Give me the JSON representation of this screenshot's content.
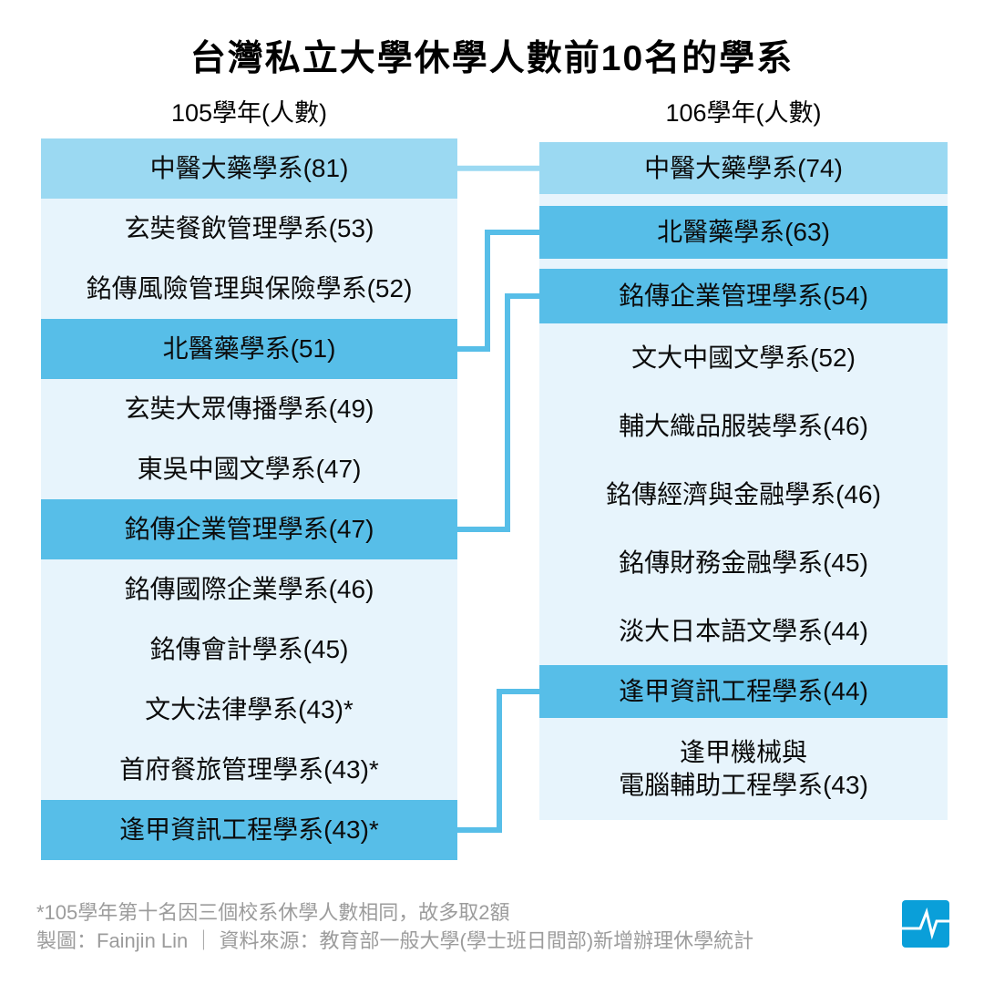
{
  "title": "台灣私立大學休學人數前10名的學系",
  "footnote": "*105學年第十名因三個校系休學人數相同，故多取2額",
  "credit": "製圖：Fainjin Lin ｜ 資料來源：教育部一般大學(學士班日間部)新增辦理休學統計",
  "colors": {
    "rank1": "#9BD9F2",
    "highlight": "#57BEE8",
    "row_bg": "#E7F4FC",
    "logo": "#0A9FD9",
    "footer_text": "#9C9C9C",
    "text": "#0B0B0B"
  },
  "columns": {
    "left": {
      "header": "105學年(人數)",
      "rows": [
        {
          "label": "中醫大藥學系(81)",
          "style": "rank1"
        },
        {
          "label": "玄奘餐飲管理學系(53)",
          "style": "normal"
        },
        {
          "label": "銘傳風險管理與保險學系(52)",
          "style": "normal"
        },
        {
          "label": "北醫藥學系(51)",
          "style": "highlight"
        },
        {
          "label": "玄奘大眾傳播學系(49)",
          "style": "normal"
        },
        {
          "label": "東吳中國文學系(47)",
          "style": "normal"
        },
        {
          "label": "銘傳企業管理學系(47)",
          "style": "highlight"
        },
        {
          "label": "銘傳國際企業學系(46)",
          "style": "normal"
        },
        {
          "label": "銘傳會計學系(45)",
          "style": "normal"
        },
        {
          "label": "文大法律學系(43)*",
          "style": "normal"
        },
        {
          "label": "首府餐旅管理學系(43)*",
          "style": "normal"
        },
        {
          "label": "逢甲資訊工程學系(43)*",
          "style": "highlight"
        }
      ]
    },
    "right": {
      "header": "106學年(人數)",
      "rows": [
        {
          "label": "中醫大藥學系(74)",
          "style": "rank1"
        },
        {
          "label": "北醫藥學系(63)",
          "style": "highlight"
        },
        {
          "label": "銘傳企業管理學系(54)",
          "style": "highlight"
        },
        {
          "label": "文大中國文學系(52)",
          "style": "normal"
        },
        {
          "label": "輔大織品服裝學系(46)",
          "style": "normal"
        },
        {
          "label": "銘傳經濟與金融學系(46)",
          "style": "normal"
        },
        {
          "label": "銘傳財務金融學系(45)",
          "style": "normal"
        },
        {
          "label": "淡大日本語文學系(44)",
          "style": "normal"
        },
        {
          "label": "逢甲資訊工程學系(44)",
          "style": "highlight"
        },
        {
          "label": "逢甲機械與\n電腦輔助工程學系(43)",
          "style": "normal"
        }
      ]
    }
  },
  "links": [
    {
      "left_index": 0,
      "right_index": 0,
      "style": "rank1"
    },
    {
      "left_index": 3,
      "right_index": 1,
      "style": "highlight"
    },
    {
      "left_index": 6,
      "right_index": 2,
      "style": "highlight"
    },
    {
      "left_index": 11,
      "right_index": 8,
      "style": "highlight"
    }
  ],
  "chart_data": {
    "type": "table",
    "title": "台灣私立大學休學人數前10名的學系",
    "groups": [
      {
        "label": "105學年(人數)",
        "items": [
          {
            "dept": "中醫大藥學系",
            "count": 81
          },
          {
            "dept": "玄奘餐飲管理學系",
            "count": 53
          },
          {
            "dept": "銘傳風險管理與保險學系",
            "count": 52
          },
          {
            "dept": "北醫藥學系",
            "count": 51
          },
          {
            "dept": "玄奘大眾傳播學系",
            "count": 49
          },
          {
            "dept": "東吳中國文學系",
            "count": 47
          },
          {
            "dept": "銘傳企業管理學系",
            "count": 47
          },
          {
            "dept": "銘傳國際企業學系",
            "count": 46
          },
          {
            "dept": "銘傳會計學系",
            "count": 45
          },
          {
            "dept": "文大法律學系",
            "count": 43
          },
          {
            "dept": "首府餐旅管理學系",
            "count": 43
          },
          {
            "dept": "逢甲資訊工程學系",
            "count": 43
          }
        ]
      },
      {
        "label": "106學年(人數)",
        "items": [
          {
            "dept": "中醫大藥學系",
            "count": 74
          },
          {
            "dept": "北醫藥學系",
            "count": 63
          },
          {
            "dept": "銘傳企業管理學系",
            "count": 54
          },
          {
            "dept": "文大中國文學系",
            "count": 52
          },
          {
            "dept": "輔大織品服裝學系",
            "count": 46
          },
          {
            "dept": "銘傳經濟與金融學系",
            "count": 46
          },
          {
            "dept": "銘傳財務金融學系",
            "count": 45
          },
          {
            "dept": "淡大日本語文學系",
            "count": 44
          },
          {
            "dept": "逢甲資訊工程學系",
            "count": 44
          },
          {
            "dept": "逢甲機械與電腦輔助工程學系",
            "count": 43
          }
        ]
      }
    ]
  }
}
